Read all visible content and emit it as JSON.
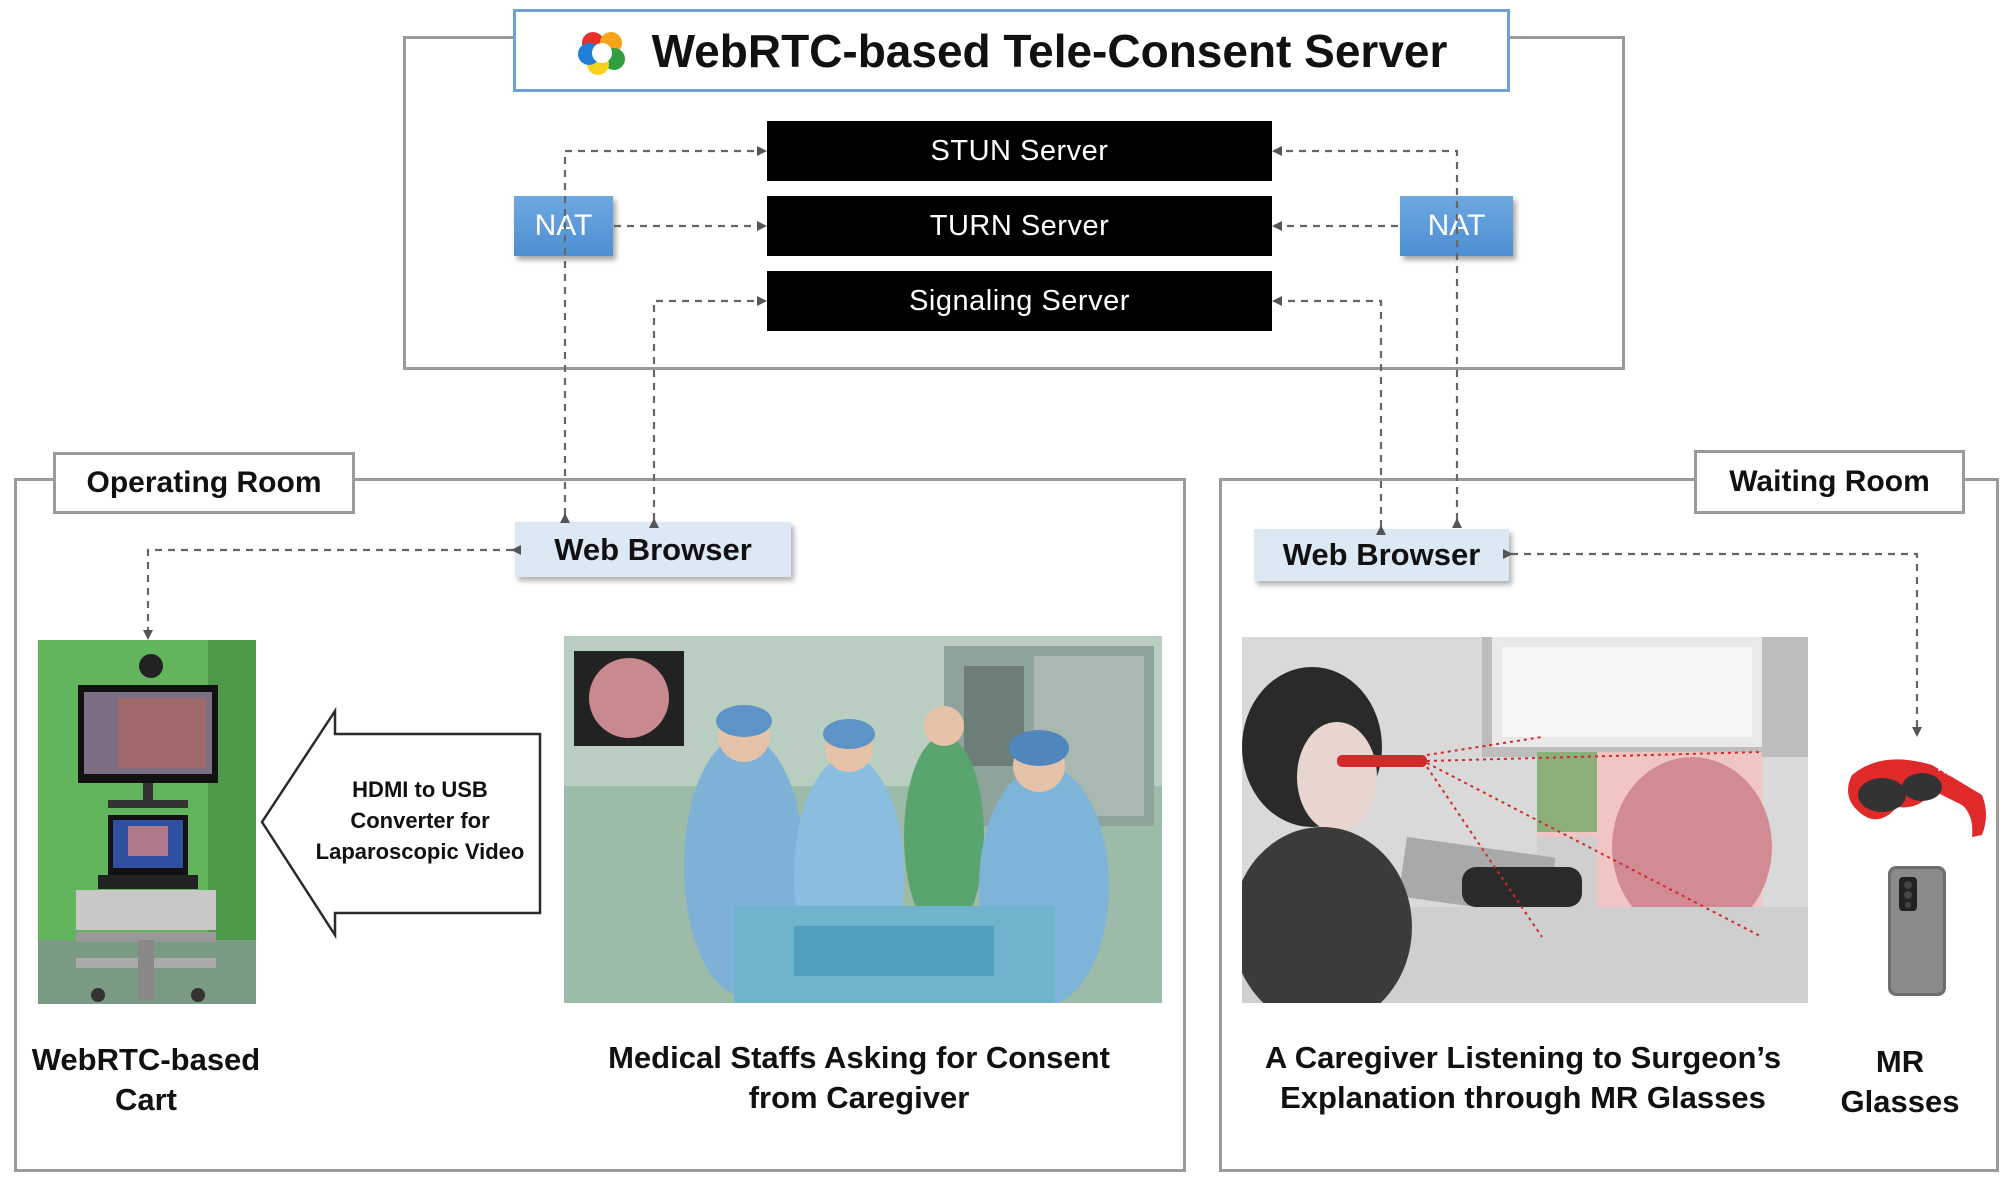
{
  "server": {
    "title": "WebRTC-based Tele-Consent Server",
    "stun": "STUN Server",
    "turn": "TURN Server",
    "signaling": "Signaling Server",
    "nat_left": "NAT",
    "nat_right": "NAT"
  },
  "operating_room": {
    "label": "Operating Room",
    "browser": "Web Browser",
    "converter_line1": "HDMI to USB",
    "converter_line2": "Converter for",
    "converter_line3": "Laparoscopic Video",
    "cart_line1": "WebRTC-based",
    "cart_line2": "Cart",
    "staff_line1": "Medical Staffs Asking for Consent",
    "staff_line2": "from Caregiver"
  },
  "waiting_room": {
    "label": "Waiting Room",
    "browser": "Web Browser",
    "caregiver_line1": "A Caregiver Listening to Surgeon’s",
    "caregiver_line2": "Explanation through MR Glasses",
    "glasses_line1": "MR",
    "glasses_line2": "Glasses"
  },
  "colors": {
    "frame": "#9a9a9a",
    "title_border": "#6fa0d6",
    "nat": "#4d8fd2",
    "browser_bg": "#dde8f5",
    "server_bar": "#000000",
    "arrow": "#666666"
  }
}
